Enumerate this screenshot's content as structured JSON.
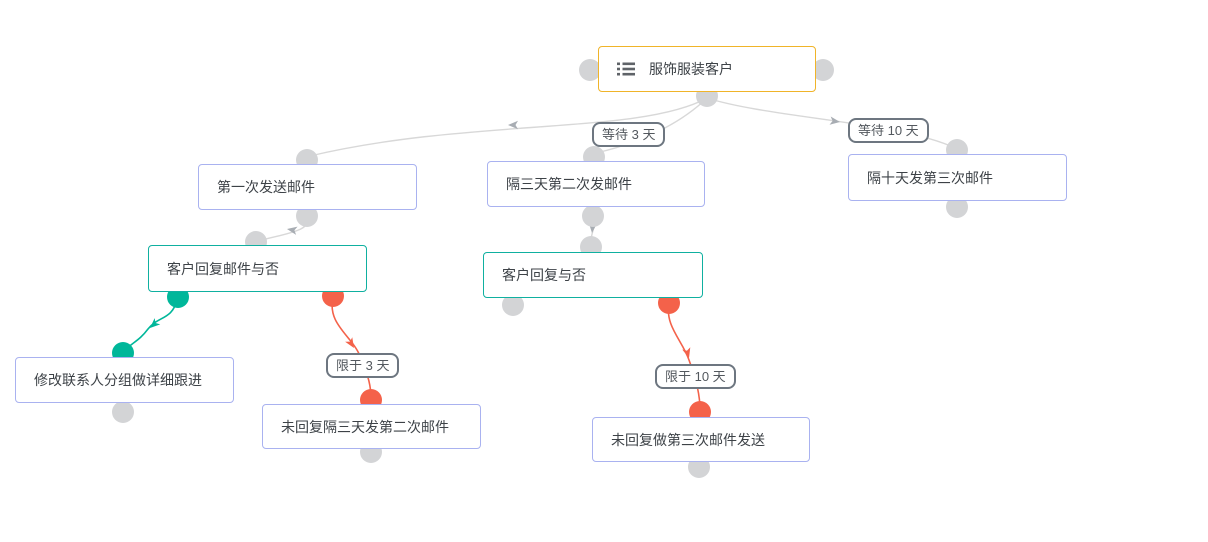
{
  "diagram": {
    "nodes": [
      {
        "id": "root",
        "label": "服饰服装客户",
        "kind": "source-list",
        "border_color": "#f0b429",
        "icon": "list-icon"
      },
      {
        "id": "first-email",
        "label": "第一次发送邮件",
        "kind": "action",
        "border_color": "#a9b2f0"
      },
      {
        "id": "second-email",
        "label": "隔三天第二次发邮件",
        "kind": "action",
        "border_color": "#a9b2f0"
      },
      {
        "id": "third-email",
        "label": "隔十天发第三次邮件",
        "kind": "action",
        "border_color": "#a9b2f0"
      },
      {
        "id": "reply-check-1",
        "label": "客户回复邮件与否",
        "kind": "condition",
        "border_color": "#0fb0a0"
      },
      {
        "id": "reply-check-2",
        "label": "客户回复与否",
        "kind": "condition",
        "border_color": "#0fb0a0"
      },
      {
        "id": "modify-group",
        "label": "修改联系人分组做详细跟进",
        "kind": "action",
        "border_color": "#a9b2f0"
      },
      {
        "id": "noreply-second",
        "label": "未回复隔三天发第二次邮件",
        "kind": "action",
        "border_color": "#a9b2f0"
      },
      {
        "id": "noreply-third",
        "label": "未回复做第三次邮件发送",
        "kind": "action",
        "border_color": "#a9b2f0"
      }
    ],
    "edge_labels": [
      {
        "id": "wait-3-days",
        "text": "等待 3 天"
      },
      {
        "id": "wait-10-days",
        "text": "等待 10 天"
      },
      {
        "id": "within-3-days",
        "text": "限于 3 天"
      },
      {
        "id": "within-10-days",
        "text": "限于 10 天"
      }
    ],
    "colors": {
      "source_border": "#f0b429",
      "action_border": "#a9b2f0",
      "condition_border": "#0fb0a0",
      "port_default": "#d3d4d6",
      "port_yes": "#00b79a",
      "port_no": "#f4624a",
      "edge_default": "#d8d8d8",
      "edge_arrow": "#a8adb3",
      "edge_yes": "#00b79a",
      "edge_no": "#f4624a",
      "label_border": "#6d7680",
      "node_text": "#3d4247"
    }
  }
}
